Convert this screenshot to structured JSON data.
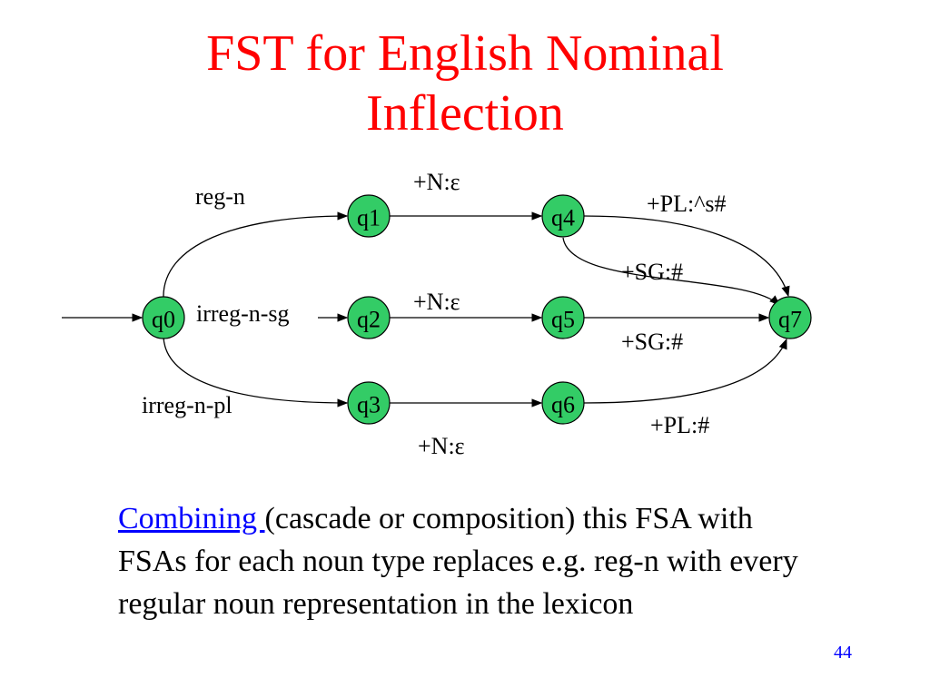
{
  "title": {
    "line1": "FST for English Nominal",
    "line2": "Inflection"
  },
  "diagram": {
    "states": {
      "q0": "q0",
      "q1": "q1",
      "q2": "q2",
      "q3": "q3",
      "q4": "q4",
      "q5": "q5",
      "q6": "q6",
      "q7": "q7"
    },
    "state_fill_color": "#33cc66",
    "edge_labels": {
      "q0_q1": "reg-n",
      "q0_q2": "irreg-n-sg",
      "q0_q3": "irreg-n-pl",
      "q1_q4": "+N:ε",
      "q2_q5": "+N:ε",
      "q3_q6": "+N:ε",
      "q4_q7_pl": "+PL:^s#",
      "q4_q7_sg": "+SG:#",
      "q5_q7": "+SG:#",
      "q6_q7": "+PL:#"
    }
  },
  "body": {
    "link_text": "Combining ",
    "text": "(cascade or composition) this FSA with FSAs for each noun type replaces e.g. reg-n with every regular noun representation in the lexicon"
  },
  "page_number": "44"
}
